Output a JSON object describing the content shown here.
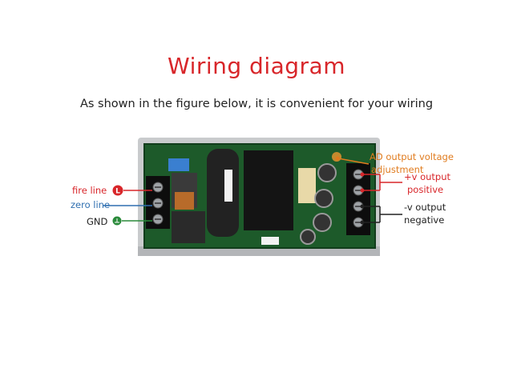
{
  "header": {
    "title": "Wiring diagram",
    "subtitle": "As shown in the figure below, it is convenient for your wiring"
  },
  "labels": {
    "fire_line": "fire line",
    "zero_line": "zero line",
    "gnd": "GND",
    "ad_line1": "AD output voltage",
    "ad_line2": "adjustment",
    "pos_line1": "+v output",
    "pos_line2": "positive",
    "neg_line1": "-v output",
    "neg_line2": "negative",
    "fire_badge": "L"
  },
  "colors": {
    "title": "#d8262a",
    "fire": "#d8262a",
    "zero": "#2f6fb0",
    "gnd": "#2a8a3a",
    "ad": "#e07b1e",
    "positive": "#d8262a",
    "negative": "#222222"
  }
}
